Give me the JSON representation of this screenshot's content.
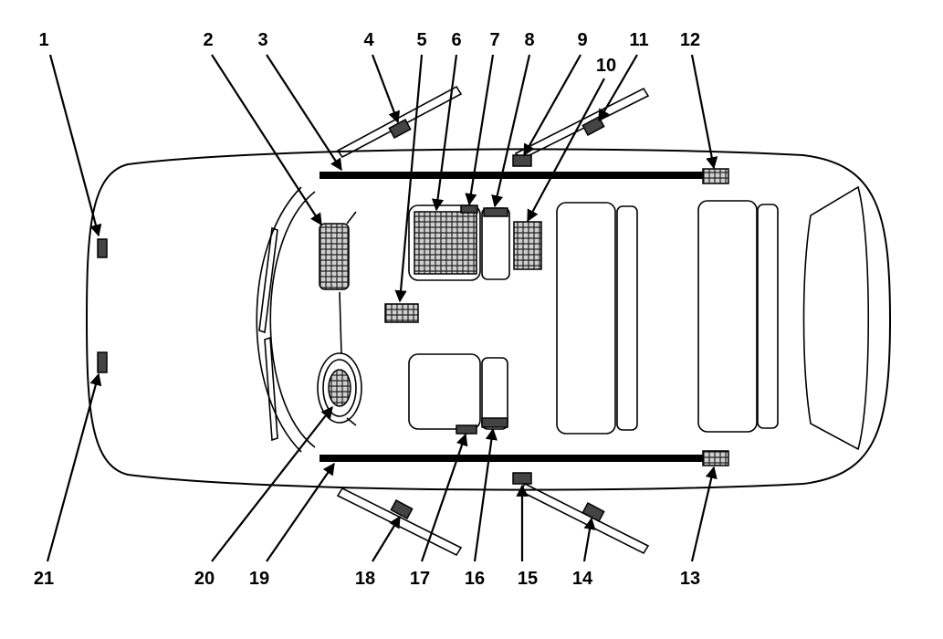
{
  "callouts": [
    {
      "id": "1",
      "label": "1"
    },
    {
      "id": "2",
      "label": "2"
    },
    {
      "id": "3",
      "label": "3"
    },
    {
      "id": "4",
      "label": "4"
    },
    {
      "id": "5",
      "label": "5"
    },
    {
      "id": "6",
      "label": "6"
    },
    {
      "id": "7",
      "label": "7"
    },
    {
      "id": "8",
      "label": "8"
    },
    {
      "id": "9",
      "label": "9"
    },
    {
      "id": "10",
      "label": "10"
    },
    {
      "id": "11",
      "label": "11"
    },
    {
      "id": "12",
      "label": "12"
    },
    {
      "id": "13",
      "label": "13"
    },
    {
      "id": "14",
      "label": "14"
    },
    {
      "id": "15",
      "label": "15"
    },
    {
      "id": "16",
      "label": "16"
    },
    {
      "id": "17",
      "label": "17"
    },
    {
      "id": "18",
      "label": "18"
    },
    {
      "id": "19",
      "label": "19"
    },
    {
      "id": "20",
      "label": "20"
    },
    {
      "id": "21",
      "label": "21"
    }
  ]
}
